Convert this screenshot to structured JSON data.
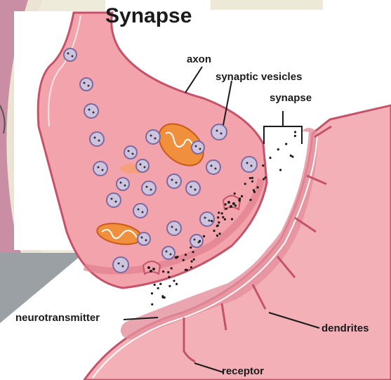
{
  "diagram": {
    "title": "Synapse",
    "labels": {
      "axon": "axon",
      "synaptic_vesicles": "synaptic vesicles",
      "synapse": "synapse",
      "neurotransmitter": "neurotransmitter",
      "dendrites": "dendrites",
      "receptor": "receptor"
    }
  },
  "colors": {
    "axon_fill": "#f3a3ab",
    "axon_outline": "#c4536a",
    "membrane_dark": "#e07f8f",
    "vesicle_fill": "#cfc4e0",
    "mitochondrion": "#f08f3c",
    "background_left": "#d3a8b8",
    "background_center": "#ede9d6"
  }
}
